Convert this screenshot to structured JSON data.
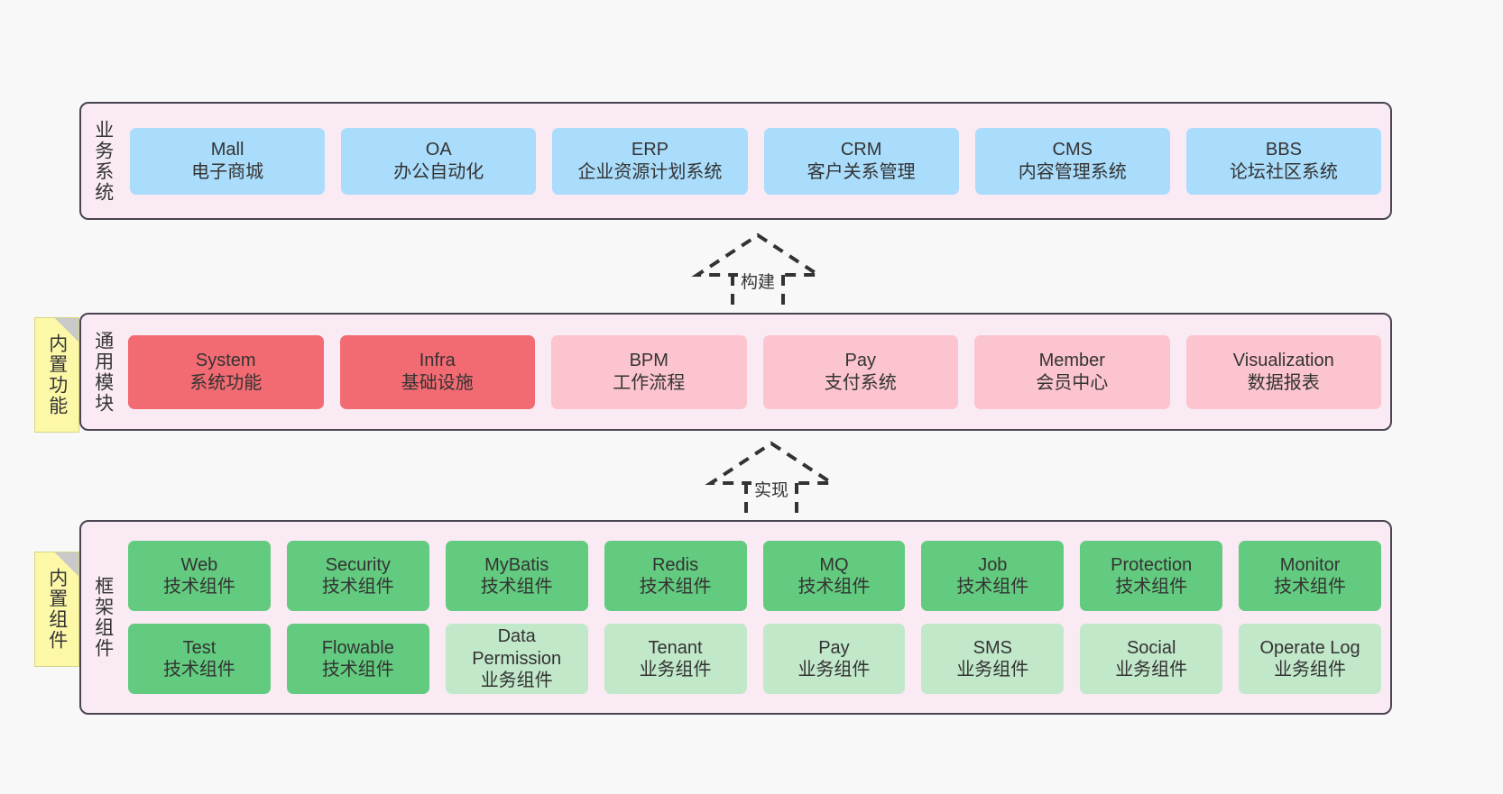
{
  "diagram": {
    "background": "#f8f8f8",
    "layer_fill": "#f9eaf4",
    "layer_border": "#4a4453",
    "note_fill": "#fcf8a8",
    "colors": {
      "business_box": "#aadcfb",
      "common_core_box": "#f26b72",
      "common_box": "#fbc4ce",
      "framework_tech_box": "#63cb7f",
      "framework_biz_box": "#c2e8ca"
    }
  },
  "layers": [
    {
      "id": "business",
      "title": "业务系统",
      "rows": [
        [
          {
            "en": "Mall",
            "cn": "电子商城"
          },
          {
            "en": "OA",
            "cn": "办公自动化"
          },
          {
            "en": "ERP",
            "cn": "企业资源计划系统"
          },
          {
            "en": "CRM",
            "cn": "客户关系管理"
          },
          {
            "en": "CMS",
            "cn": "内容管理系统"
          },
          {
            "en": "BBS",
            "cn": "论坛社区系统"
          }
        ]
      ]
    },
    {
      "id": "common",
      "title": "通用模块",
      "note": "内置功能",
      "rows": [
        [
          {
            "en": "System",
            "cn": "系统功能",
            "style": "core"
          },
          {
            "en": "Infra",
            "cn": "基础设施",
            "style": "core"
          },
          {
            "en": "BPM",
            "cn": "工作流程",
            "style": "normal"
          },
          {
            "en": "Pay",
            "cn": "支付系统",
            "style": "normal"
          },
          {
            "en": "Member",
            "cn": "会员中心",
            "style": "normal"
          },
          {
            "en": "Visualization",
            "cn": "数据报表",
            "style": "normal"
          }
        ]
      ]
    },
    {
      "id": "framework",
      "title": "框架组件",
      "note": "内置组件",
      "rows": [
        [
          {
            "en": "Web",
            "cn": "技术组件",
            "style": "tech"
          },
          {
            "en": "Security",
            "cn": "技术组件",
            "style": "tech"
          },
          {
            "en": "MyBatis",
            "cn": "技术组件",
            "style": "tech"
          },
          {
            "en": "Redis",
            "cn": "技术组件",
            "style": "tech"
          },
          {
            "en": "MQ",
            "cn": "技术组件",
            "style": "tech"
          },
          {
            "en": "Job",
            "cn": "技术组件",
            "style": "tech"
          },
          {
            "en": "Protection",
            "cn": "技术组件",
            "style": "tech"
          },
          {
            "en": "Monitor",
            "cn": "技术组件",
            "style": "tech"
          }
        ],
        [
          {
            "en": "Test",
            "cn": "技术组件",
            "style": "tech"
          },
          {
            "en": "Flowable",
            "cn": "技术组件",
            "style": "tech"
          },
          {
            "en": "Data Permission",
            "cn": "业务组件",
            "style": "biz"
          },
          {
            "en": "Tenant",
            "cn": "业务组件",
            "style": "biz"
          },
          {
            "en": "Pay",
            "cn": "业务组件",
            "style": "biz"
          },
          {
            "en": "SMS",
            "cn": "业务组件",
            "style": "biz"
          },
          {
            "en": "Social",
            "cn": "业务组件",
            "style": "biz"
          },
          {
            "en": "Operate Log",
            "cn": "业务组件",
            "style": "biz"
          }
        ]
      ]
    }
  ],
  "connectors": [
    {
      "id": "build",
      "label": "构建",
      "from": "common",
      "to": "business"
    },
    {
      "id": "impl",
      "label": "实现",
      "from": "framework",
      "to": "common"
    }
  ]
}
